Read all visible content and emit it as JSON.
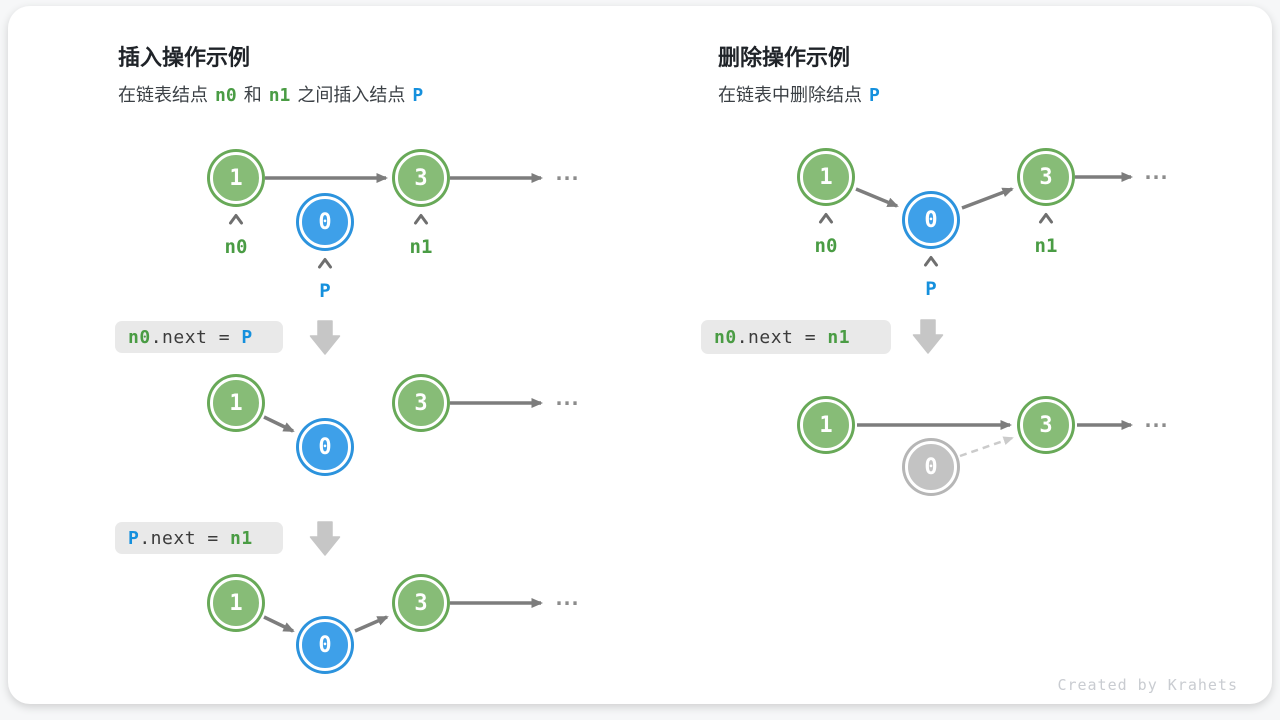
{
  "credit": "Created by Krahets",
  "node_values": {
    "first": "1",
    "p": "0",
    "last": "3"
  },
  "pointer_labels": {
    "n0": "n0",
    "n1": "n1",
    "p": "P"
  },
  "ellipsis": "...",
  "insert": {
    "title": "插入操作示例",
    "subtitle": {
      "s1": "在链表结点",
      "s2": "n0",
      "s3": "和",
      "s4": "n1",
      "s5": "之间插入结点",
      "s6": "P"
    },
    "step1_code": {
      "a": "n0",
      "b": ".next = ",
      "c": "P"
    },
    "step2_code": {
      "a": "P",
      "b": ".next = ",
      "c": "n1"
    }
  },
  "delete": {
    "title": "删除操作示例",
    "subtitle": {
      "s1": "在链表中删除结点",
      "s2": "P"
    },
    "step1_code": {
      "a": "n0",
      "b": ".next = ",
      "c": "n1"
    }
  }
}
